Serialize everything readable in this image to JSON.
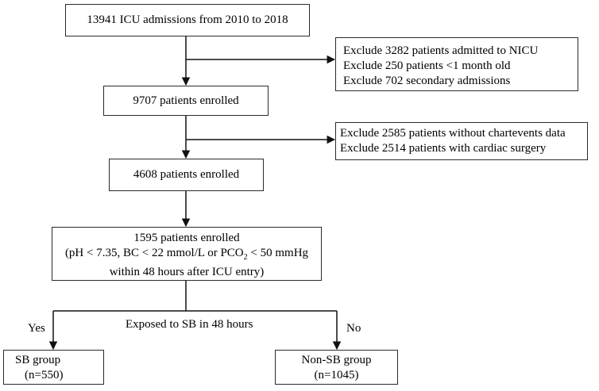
{
  "flowchart": {
    "start": {
      "text": "13941 ICU admissions from 2010 to 2018"
    },
    "exclusion_1": {
      "lines": [
        "Exclude 3282 patients  admitted to NICU",
        "Exclude 250 patients <1 month old",
        "Exclude 702 secondary admissions"
      ]
    },
    "step_2": {
      "text": "9707 patients enrolled"
    },
    "exclusion_2": {
      "lines": [
        "Exclude 2585 patients without chartevents data",
        "Exclude 2514 patients with cardiac surgery"
      ]
    },
    "step_3": {
      "text": "4608 patients enrolled"
    },
    "step_4": {
      "line1": "1595 patients enrolled",
      "line2_pre": "(pH < 7.35, BC < 22 mmol/L or PCO",
      "line2_sub": "2",
      "line2_post": " < 50 mmHg",
      "line3": "within 48 hours after ICU entry)"
    },
    "split_label": "Exposed to SB in 48 hours",
    "yes_label": "Yes",
    "no_label": "No",
    "sb_group": {
      "name": "SB  group",
      "n": "(n=550)"
    },
    "non_sb_group": {
      "name": "Non-SB group",
      "n": "(n=1045)"
    }
  }
}
